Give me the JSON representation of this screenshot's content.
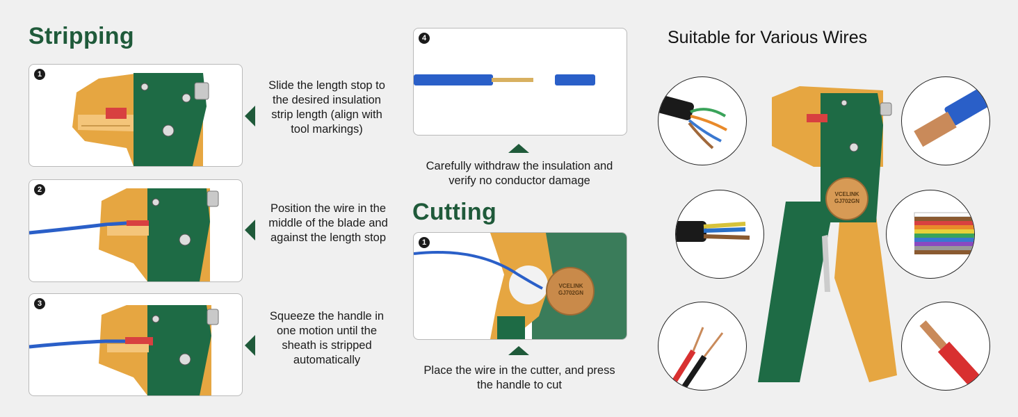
{
  "stripping": {
    "heading": "Stripping",
    "steps": [
      {
        "badge": "1",
        "text": "Slide the length stop to the desired insulation strip length (align with tool markings)"
      },
      {
        "badge": "2",
        "text": "Position the wire in the middle of the blade and against the length stop"
      },
      {
        "badge": "3",
        "text": "Squeeze the handle in one motion until the sheath is stripped automatically"
      }
    ]
  },
  "step4": {
    "badge": "4",
    "text": "Carefully withdraw the insulation and verify no conductor damage"
  },
  "cutting": {
    "heading": "Cutting",
    "badge": "1",
    "text": "Place the wire in the cutter, and press the handle to cut",
    "brand": "VCELINK",
    "model": "GJ702GN"
  },
  "wires": {
    "title": "Suitable for Various Wires",
    "brand": "VCELINK",
    "model": "GJ702GN"
  },
  "colors": {
    "accent_green": "#1f5a3a",
    "tool_green": "#1e6b45",
    "tool_orange": "#e6a641",
    "wire_blue": "#2a5fc8"
  }
}
